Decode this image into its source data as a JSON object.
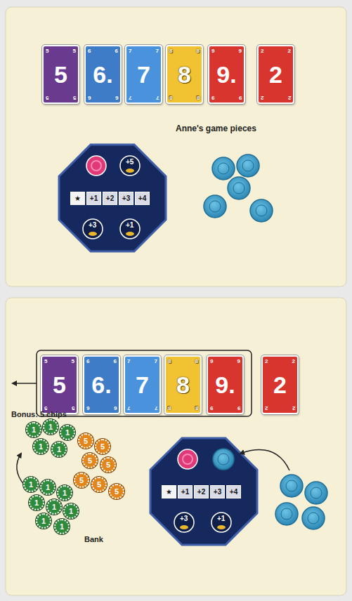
{
  "diagram": {
    "nodes": [
      {
        "text": [
          "5",
          "5",
          "5",
          "5",
          "5"
        ]
      },
      {
        "text": [
          "6.",
          "6",
          "6",
          "6",
          "6"
        ]
      },
      {
        "text": [
          "7",
          "7",
          "7",
          "7",
          "7"
        ]
      },
      {
        "text": [
          "8",
          "8",
          "8",
          "8",
          "8"
        ]
      },
      {
        "text": [
          "9.",
          "9",
          "9",
          "9",
          "9"
        ]
      },
      {
        "text": [
          "2",
          "2",
          "2",
          "2",
          "2"
        ]
      },
      {
        "text": [
          "+5"
        ]
      },
      {
        "text": [
          "★"
        ]
      },
      {
        "text": [
          "+1"
        ]
      },
      {
        "text": [
          "+2"
        ]
      },
      {
        "text": [
          "+3"
        ]
      },
      {
        "text": [
          "+4"
        ]
      },
      {
        "text": [
          "+3"
        ]
      },
      {
        "text": [
          "+1"
        ]
      },
      {
        "text": [
          "5",
          "5",
          "5",
          "5",
          "5"
        ]
      },
      {
        "text": [
          "6.",
          "6",
          "6",
          "6",
          "6"
        ]
      },
      {
        "text": [
          "7",
          "7",
          "7",
          "7",
          "7"
        ]
      },
      {
        "text": [
          "8",
          "8",
          "8",
          "8",
          "8"
        ]
      },
      {
        "text": [
          "9.",
          "9",
          "9",
          "9",
          "9"
        ]
      },
      {
        "text": [
          "2",
          "2",
          "2",
          "2",
          "2"
        ]
      },
      {
        "text": [
          "★"
        ]
      },
      {
        "text": [
          "+1"
        ]
      },
      {
        "text": [
          "+2"
        ]
      },
      {
        "text": [
          "+3"
        ]
      },
      {
        "text": [
          "+4"
        ]
      },
      {
        "text": [
          "+3"
        ]
      },
      {
        "text": [
          "+1"
        ]
      },
      {
        "text": [
          "1"
        ]
      },
      {
        "text": [
          "1"
        ]
      },
      {
        "text": [
          "1"
        ]
      },
      {
        "text": [
          "1"
        ]
      },
      {
        "text": [
          "1"
        ]
      },
      {
        "text": [
          "1"
        ]
      },
      {
        "text": [
          "1"
        ]
      },
      {
        "text": [
          "1"
        ]
      },
      {
        "text": [
          "1"
        ]
      },
      {
        "text": [
          "1"
        ]
      },
      {
        "text": [
          "1"
        ]
      },
      {
        "text": [
          "1"
        ]
      },
      {
        "text": [
          "1"
        ]
      },
      {
        "text": [
          "5"
        ]
      },
      {
        "text": [
          "5"
        ]
      },
      {
        "text": [
          "5"
        ]
      },
      {
        "text": [
          "5"
        ]
      },
      {
        "text": [
          "5"
        ]
      },
      {
        "text": [
          "5"
        ]
      },
      {
        "text": [
          "5"
        ]
      }
    ],
    "labels": [
      "Anne's game pieces",
      "Bonus: 5 chips",
      "Bank"
    ]
  }
}
